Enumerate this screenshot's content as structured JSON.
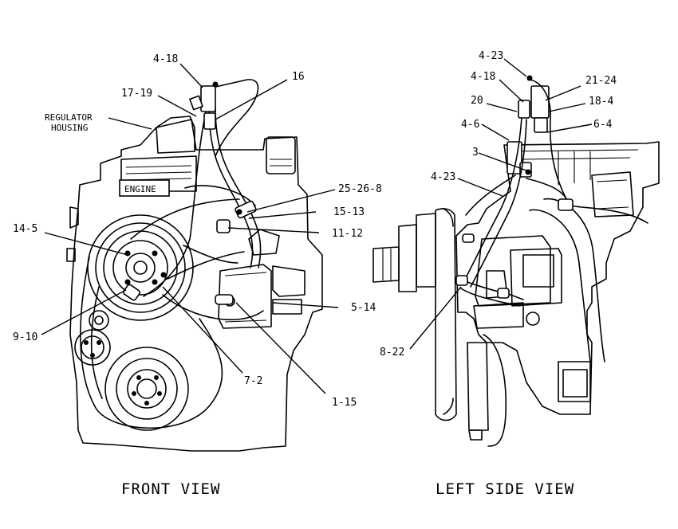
{
  "front_view": {
    "title": "FRONT VIEW",
    "engine_label": "ENGINE",
    "regulator_label_line1": "REGULATOR",
    "regulator_label_line2": "HOUSING",
    "callouts": [
      "4-18",
      "17-19",
      "16",
      "25-26-8",
      "15-13",
      "11-12",
      "14-5",
      "5-14",
      "9-10",
      "7-2",
      "1-15"
    ]
  },
  "side_view": {
    "title": "LEFT SIDE VIEW",
    "callouts": [
      "4-23",
      "4-18",
      "21-24",
      "20",
      "18-4",
      "4-6",
      "6-4",
      "3",
      "4-23",
      "8-22"
    ]
  }
}
